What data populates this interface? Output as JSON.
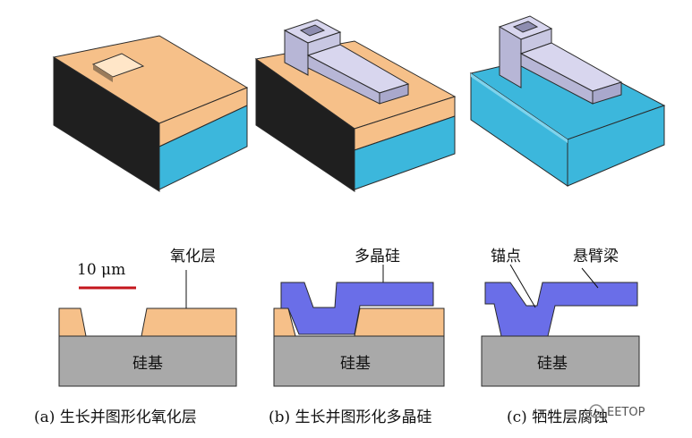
{
  "labels": {
    "oxide_layer": "氧化层",
    "polysilicon": "多晶硅",
    "anchor": "锚点",
    "cantilever": "悬臂梁",
    "scale": "10 μm",
    "substrate": "硅基"
  },
  "captions": {
    "a": "(a) 生长并图形化氧化层",
    "b": "(b) 生长并图形化多晶硅",
    "c": "(c) 牺牲层腐蚀"
  },
  "watermark": "EETOP",
  "colors": {
    "substrate_top": "#1e1e1e",
    "oxide": "#f6c089",
    "silicon_blue": "#3cb7dc",
    "poly_side": "#b7b6d6",
    "poly_blue": "#6a6ee8",
    "substrate_gray": "#a9a9a9",
    "scale_bar": "#c4161c"
  }
}
